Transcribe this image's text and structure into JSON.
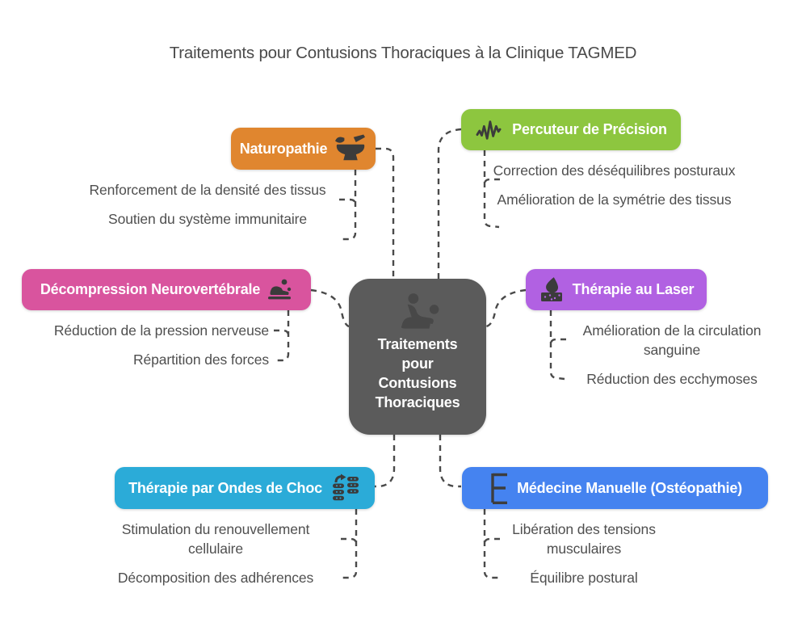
{
  "title": "Traitements pour Contusions Thoraciques à la Clinique TAGMED",
  "center": {
    "label": "Traitements pour Contusions Thoraciques",
    "color": "#5b5b5b",
    "icon": "massage-person-icon"
  },
  "colors": {
    "connector": "#4a4a4a",
    "icon_dark": "#3b3b3b",
    "item_text": "#4f4f4f"
  },
  "branches": [
    {
      "id": "naturopathie",
      "label": "Naturopathie",
      "color": "#e0862f",
      "icon": "mortar-pestle-icon",
      "items": [
        "Renforcement de la densité des tissus",
        "Soutien du système immunitaire"
      ]
    },
    {
      "id": "percuteur",
      "label": "Percuteur de Précision",
      "color": "#8dc63f",
      "icon": "waveform-icon",
      "items": [
        "Correction des déséquilibres posturaux",
        "Amélioration de la symétrie des tissus"
      ]
    },
    {
      "id": "decompression",
      "label": "Décompression Neurovertébrale",
      "color": "#d9549e",
      "icon": "massage-table-icon",
      "items": [
        "Réduction de la pression nerveuse",
        "Répartition des forces"
      ]
    },
    {
      "id": "laser",
      "label": "Thérapie au Laser",
      "color": "#b161e2",
      "icon": "droplet-skin-icon",
      "items": [
        "Amélioration de la circulation sanguine",
        "Réduction des ecchymoses"
      ]
    },
    {
      "id": "ondes-de-choc",
      "label": "Thérapie par Ondes de Choc",
      "color": "#2babd8",
      "icon": "shockwave-stack-icon",
      "items": [
        "Stimulation du renouvellement cellulaire",
        "Décomposition des adhérences"
      ]
    },
    {
      "id": "medecine-manuelle",
      "label": "Médecine Manuelle (Ostéopathie)",
      "color": "#4583f0",
      "icon": "letter-e-icon",
      "items": [
        "Libération des tensions musculaires",
        "Équilibre postural"
      ]
    }
  ]
}
